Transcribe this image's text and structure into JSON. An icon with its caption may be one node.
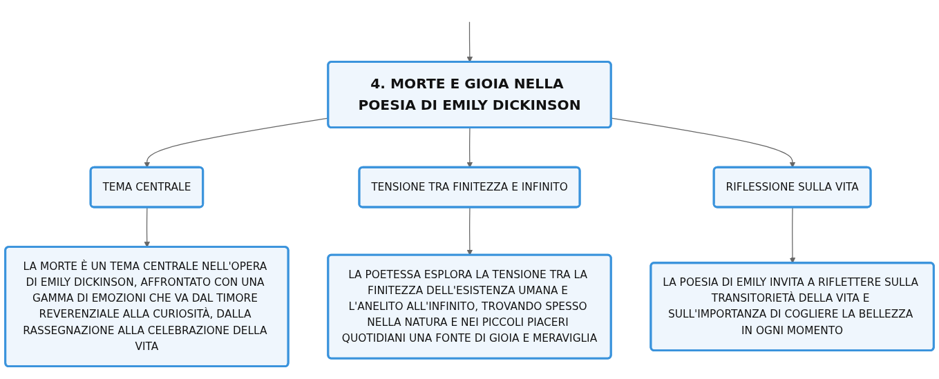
{
  "diagram": {
    "nodes": [
      {
        "text": [
          "4. MORTE E GIOIA NELLA POESIA DI EMILY DICKINSON"
        ]
      },
      {
        "text": [
          "TEMA CENTRALE"
        ]
      },
      {
        "text": [
          "TENSIONE TRA FINITEZZA E INFINITO"
        ]
      },
      {
        "text": [
          "RIFLESSIONE SULLA VITA"
        ]
      },
      {
        "text": [
          "LA MORTE È UN TEMA CENTRALE NELL'OPERA DI EMILY DICKINSON, AFFRONTATO CON UNA GAMMA DI EMOZIONI CHE VA DAL TIMORE REVERENZIALE ALLA CURIOSITÀ, DALLA RASSEGNAZIONE ALLA CELEBRAZIONE DELLA VITA"
        ]
      },
      {
        "text": [
          "LA POETESSA ESPLORA LA TENSIONE TRA LA FINITEZZA DELL'ESISTENZA UMANA E L'ANELITO ALL'INFINITO, TROVANDO SPESSO NELLA NATURA E NEI PICCOLI PIACERI QUOTIDIANI UNA FONTE DI GIOIA E MERAVIGLIA"
        ]
      },
      {
        "text": [
          "LA POESIA DI EMILY INVITA A RIFLETTERE SULLA TRANSITORIETÀ DELLA VITA E SULL'IMPORTANZA DI COGLIERE LA BELLEZZA IN OGNI MOMENTO"
        ]
      }
    ],
    "edges": [
      {
        "from": null,
        "to": 0,
        "arrow": "to"
      },
      {
        "from": 0,
        "to": 1,
        "arrow": "to"
      },
      {
        "from": 0,
        "to": 2,
        "arrow": "to"
      },
      {
        "from": 0,
        "to": 3,
        "arrow": "to"
      },
      {
        "from": 1,
        "to": 4,
        "arrow": "to"
      },
      {
        "from": 2,
        "to": 5,
        "arrow": "to"
      },
      {
        "from": 3,
        "to": 6,
        "arrow": "to"
      }
    ]
  }
}
